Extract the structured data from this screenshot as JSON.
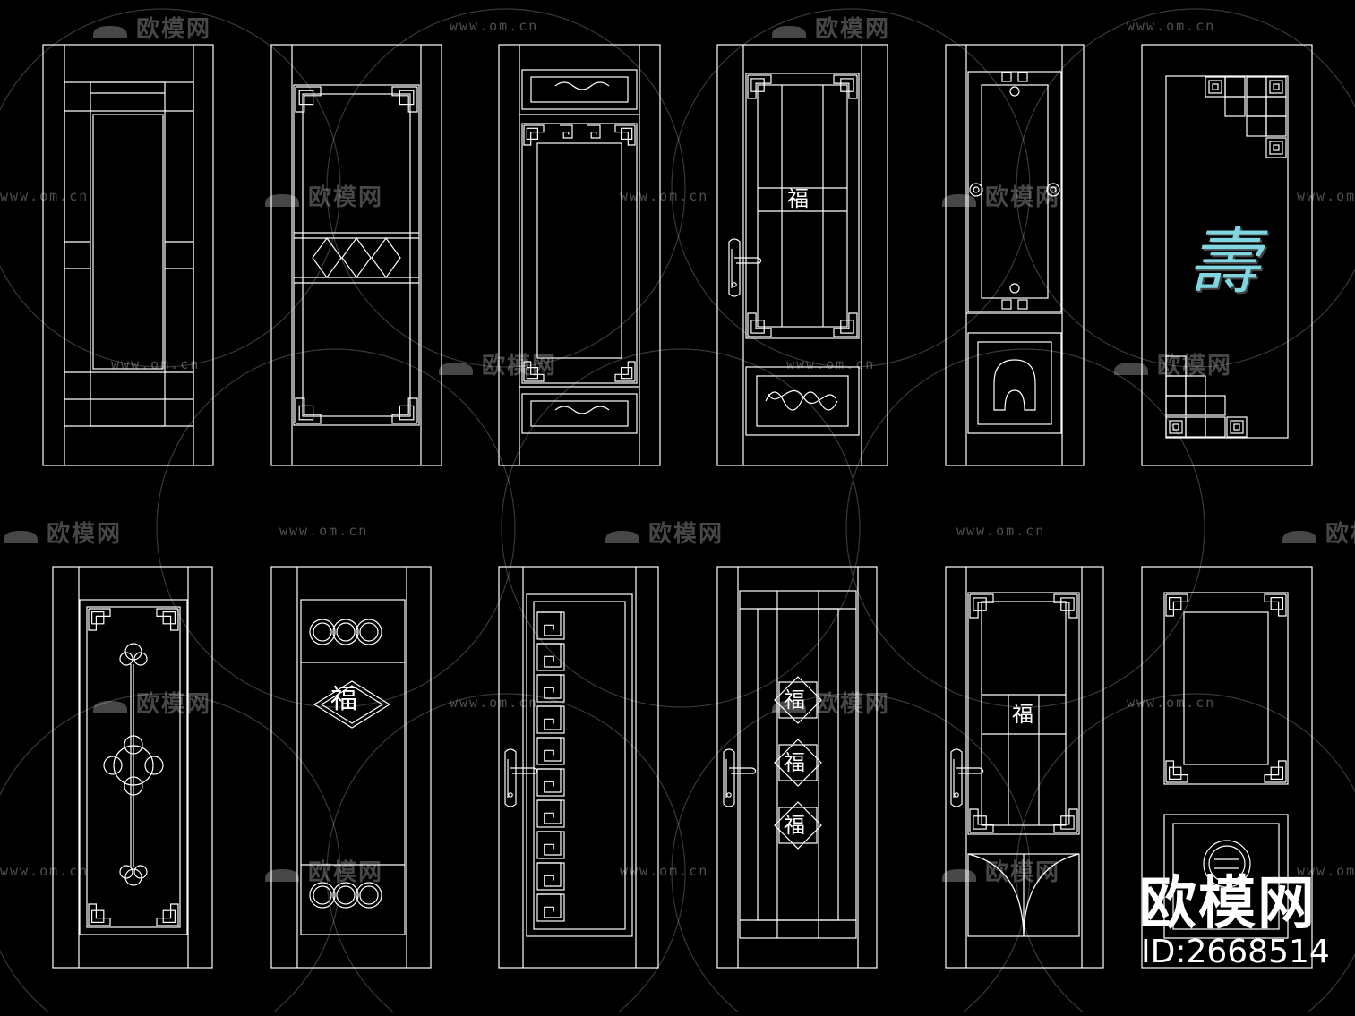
{
  "watermark": {
    "brand_text": "欧模网",
    "url_text": "www.om.cn"
  },
  "brand": {
    "name": "欧模网",
    "id_label": "ID:2668514"
  },
  "ornaments": {
    "shou_char": "壽",
    "fu_char": "福"
  },
  "colors": {
    "background": "#000000",
    "line": "#ffffff",
    "accent_cyan": "#7fd6e0"
  }
}
